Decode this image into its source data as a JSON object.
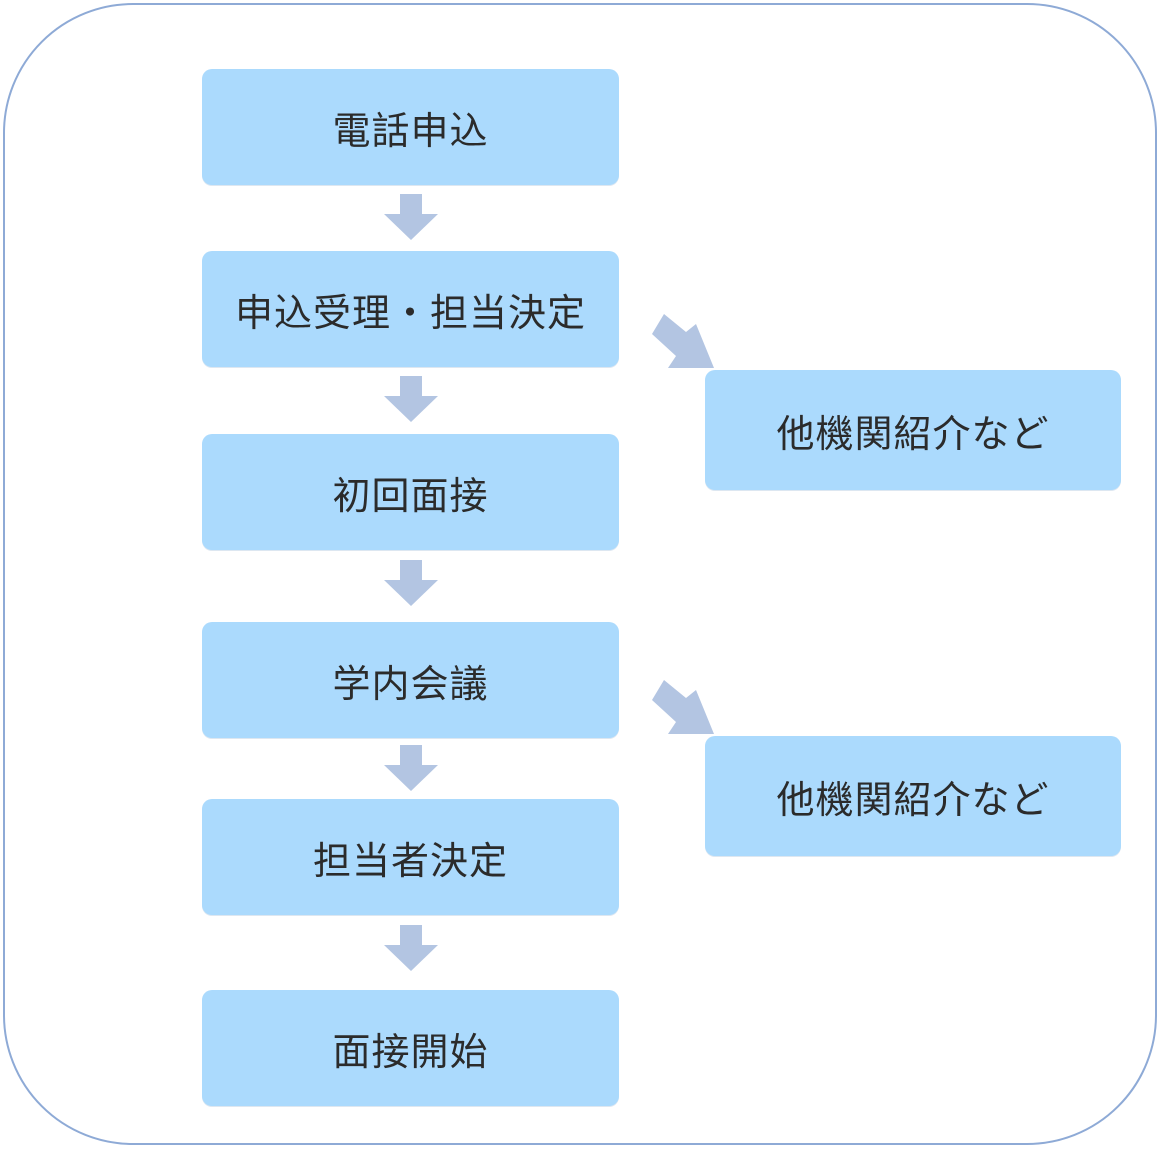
{
  "flow": {
    "steps": [
      {
        "label": "電話申込"
      },
      {
        "label": "申込受理・担当決定"
      },
      {
        "label": "初回面接"
      },
      {
        "label": "学内会議"
      },
      {
        "label": "担当者決定"
      },
      {
        "label": "面接開始"
      }
    ],
    "side_boxes": [
      {
        "label": "他機関紹介など"
      },
      {
        "label": "他機関紹介など"
      }
    ]
  },
  "colors": {
    "box_fill": "#abdafd",
    "arrow_fill": "#b3c5e2",
    "frame_border": "#8eaad6",
    "text": "#2b2b2b"
  },
  "icons": {
    "down_arrow": "arrow-down-icon",
    "diagonal_arrow": "arrow-down-right-icon"
  }
}
